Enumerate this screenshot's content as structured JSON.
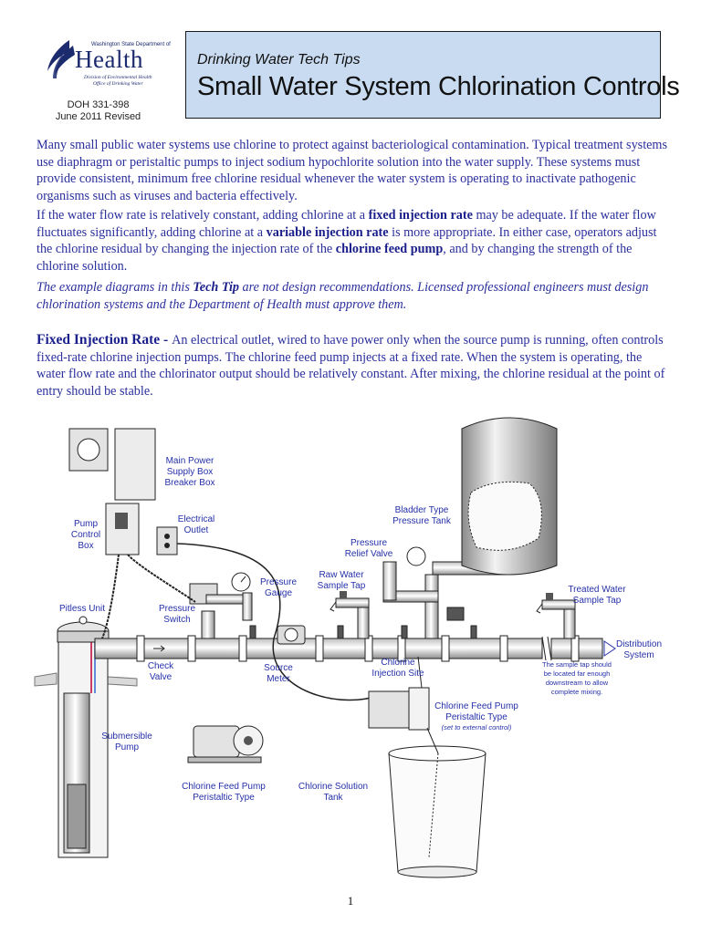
{
  "logo": {
    "department": "Washington State Department of",
    "wordmark": "Health",
    "division_line1": "Division of Environmental Health",
    "division_line2": "Office of Drinking Water"
  },
  "doc": {
    "number": "DOH 331-398",
    "date": "June 2011 Revised"
  },
  "header": {
    "kicker": "Drinking Water Tech Tips",
    "title": "Small Water System Chlorination Controls"
  },
  "intro": {
    "text": "Many small public water systems use chlorine to protect against bacteriological contamination. Typical treatment systems use diaphragm or peristaltic pumps to inject sodium hypochlorite solution into the water supply. These systems must provide consistent, minimum free chlorine residual whenever the water system is operating to inactivate pathogenic organisms such as viruses and bacteria effectively."
  },
  "rates": {
    "t1": "If the water flow rate is relatively constant, adding chlorine at a ",
    "b1": "fixed injection rate",
    "t2": " may be adequate. If the water flow fluctuates significantly, adding chlorine at a ",
    "b2": "variable injection rate",
    "t3": " is more appropriate. In either case, operators adjust the chlorine residual by changing the injection rate of the ",
    "b3": "chlorine feed pump",
    "t4": ", and by changing the strength of the chlorine solution."
  },
  "note": {
    "t1": "The example diagrams in this ",
    "b1": "Tech Tip",
    "t2": " are not design recommendations. Licensed professional engineers must design chlorination systems and the Department of Health must approve them."
  },
  "fixed": {
    "lead": "Fixed Injection Rate - ",
    "text": "An electrical outlet, wired to have power only when the source pump is running, often controls fixed-rate chlorine injection pumps. The chlorine feed pump injects at a fixed rate. When the system is operating, the water flow rate and the chlorinator output should be relatively constant. After mixing, the chlorine residual at the point of entry should be stable."
  },
  "diagram": {
    "main_power": [
      "Main Power",
      "Supply Box",
      "Breaker Box"
    ],
    "pump_control": [
      "Pump",
      "Control",
      "Box"
    ],
    "electrical_outlet": [
      "Electrical",
      "Outlet"
    ],
    "pitless_unit": "Pitless Unit",
    "pressure_switch": [
      "Pressure",
      "Switch"
    ],
    "pressure_gauge": [
      "Pressure",
      "Gauge"
    ],
    "raw_water_tap": [
      "Raw Water",
      "Sample Tap"
    ],
    "pressure_relief": [
      "Pressure",
      "Relief Valve"
    ],
    "bladder_tank": [
      "Bladder Type",
      "Pressure Tank"
    ],
    "treated_tap": [
      "Treated Water",
      "Sample Tap"
    ],
    "distribution": [
      "Distribution",
      "System"
    ],
    "check_valve": [
      "Check",
      "Valve"
    ],
    "source_meter": [
      "Source",
      "Meter"
    ],
    "injection_site": [
      "Chlorine",
      "Injection Site"
    ],
    "sample_note": [
      "The sample tap should",
      "be located far enough",
      "downstream to allow",
      "complete mixing."
    ],
    "feed_pump_ext": [
      "Chlorine Feed Pump",
      "Peristaltic Type"
    ],
    "feed_pump_ext_note": "(set to external control)",
    "submersible": [
      "Submersible",
      "Pump"
    ],
    "feed_pump_standalone": [
      "Chlorine Feed Pump",
      "Peristaltic Type"
    ],
    "solution_tank": [
      "Chlorine Solution",
      "Tank"
    ]
  },
  "page_number": "1",
  "colors": {
    "header_fill": "#c9dbf0",
    "body_text": "#2a2f9c",
    "diagram_label": "#2530a8"
  }
}
